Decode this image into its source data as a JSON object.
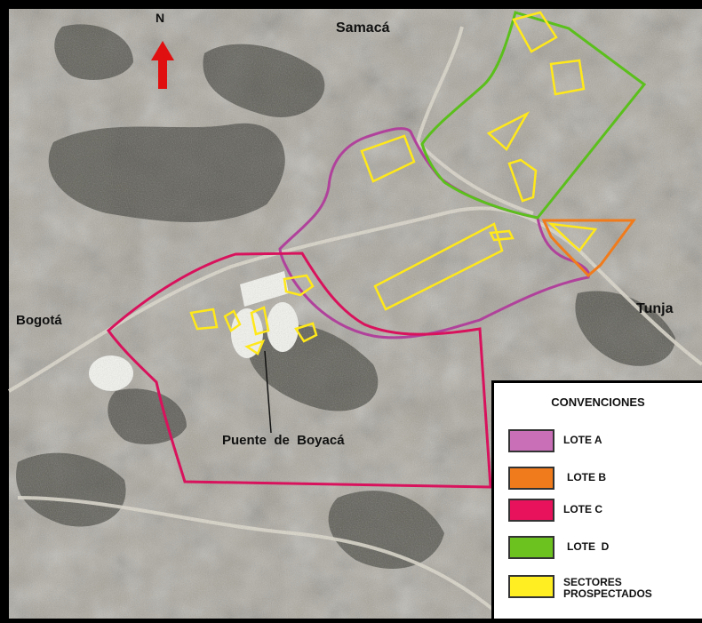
{
  "map": {
    "places": {
      "north": "N",
      "samaca": "Samacá",
      "bogota": "Bogotá",
      "tunja": "Tunja",
      "puente": "Puente  de  Boyacá"
    },
    "colors": {
      "lote_a": "#b0429b",
      "lote_b": "#f07b1c",
      "lote_c": "#d8125c",
      "lote_d": "#5bbf1c",
      "sectores": "#ffe81a",
      "north_arrow": "#e01010"
    }
  },
  "legend": {
    "title": "CONVENCIONES",
    "items": [
      {
        "label": "LOTE A",
        "color": "#c86fb8"
      },
      {
        "label": "LOTE B",
        "color": "#f07b1c"
      },
      {
        "label": "LOTE C",
        "color": "#e8125c"
      },
      {
        "label": "LOTE  D",
        "color": "#6cc21e"
      },
      {
        "label": "SECTORES PROSPECTADOS",
        "color": "#ffee22"
      }
    ]
  }
}
